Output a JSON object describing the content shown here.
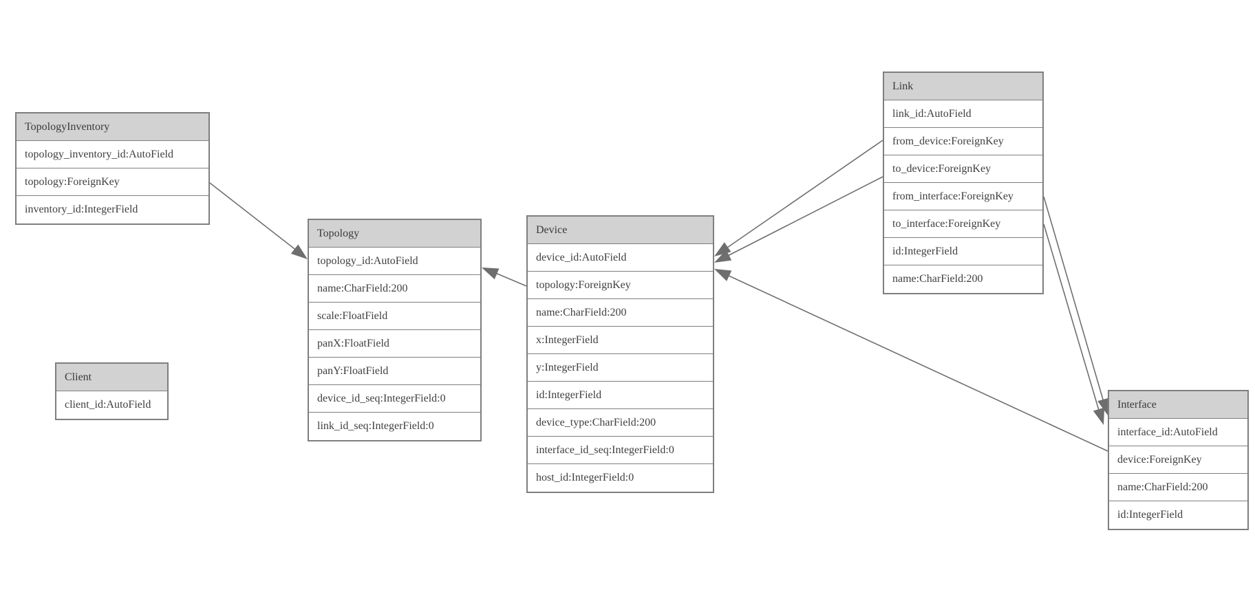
{
  "diagram": {
    "type": "entity-relationship-model",
    "entities": {
      "topology_inventory": {
        "title": "TopologyInventory",
        "fields": [
          "topology_inventory_id:AutoField",
          "topology:ForeignKey",
          "inventory_id:IntegerField"
        ]
      },
      "topology": {
        "title": "Topology",
        "fields": [
          "topology_id:AutoField",
          "name:CharField:200",
          "scale:FloatField",
          "panX:FloatField",
          "panY:FloatField",
          "device_id_seq:IntegerField:0",
          "link_id_seq:IntegerField:0"
        ]
      },
      "client": {
        "title": "Client",
        "fields": [
          "client_id:AutoField"
        ]
      },
      "device": {
        "title": "Device",
        "fields": [
          "device_id:AutoField",
          "topology:ForeignKey",
          "name:CharField:200",
          "x:IntegerField",
          "y:IntegerField",
          "id:IntegerField",
          "device_type:CharField:200",
          "interface_id_seq:IntegerField:0",
          "host_id:IntegerField:0"
        ]
      },
      "link": {
        "title": "Link",
        "fields": [
          "link_id:AutoField",
          "from_device:ForeignKey",
          "to_device:ForeignKey",
          "from_interface:ForeignKey",
          "to_interface:ForeignKey",
          "id:IntegerField",
          "name:CharField:200"
        ]
      },
      "interface": {
        "title": "Interface",
        "fields": [
          "interface_id:AutoField",
          "device:ForeignKey",
          "name:CharField:200",
          "id:IntegerField"
        ]
      }
    },
    "relationships": [
      {
        "from": "TopologyInventory.topology",
        "to": "Topology.topology_id"
      },
      {
        "from": "Device.topology",
        "to": "Topology.topology_id"
      },
      {
        "from": "Link.from_device",
        "to": "Device.device_id"
      },
      {
        "from": "Link.to_device",
        "to": "Device.device_id"
      },
      {
        "from": "Link.from_interface",
        "to": "Interface.interface_id"
      },
      {
        "from": "Link.to_interface",
        "to": "Interface.interface_id"
      },
      {
        "from": "Interface.device",
        "to": "Device.device_id"
      }
    ],
    "colors": {
      "background": "#ffffff",
      "header_fill": "#d2d2d2",
      "border": "#7e7e7e",
      "text": "#3f3f3f",
      "edge": "#6e6e6e"
    }
  }
}
